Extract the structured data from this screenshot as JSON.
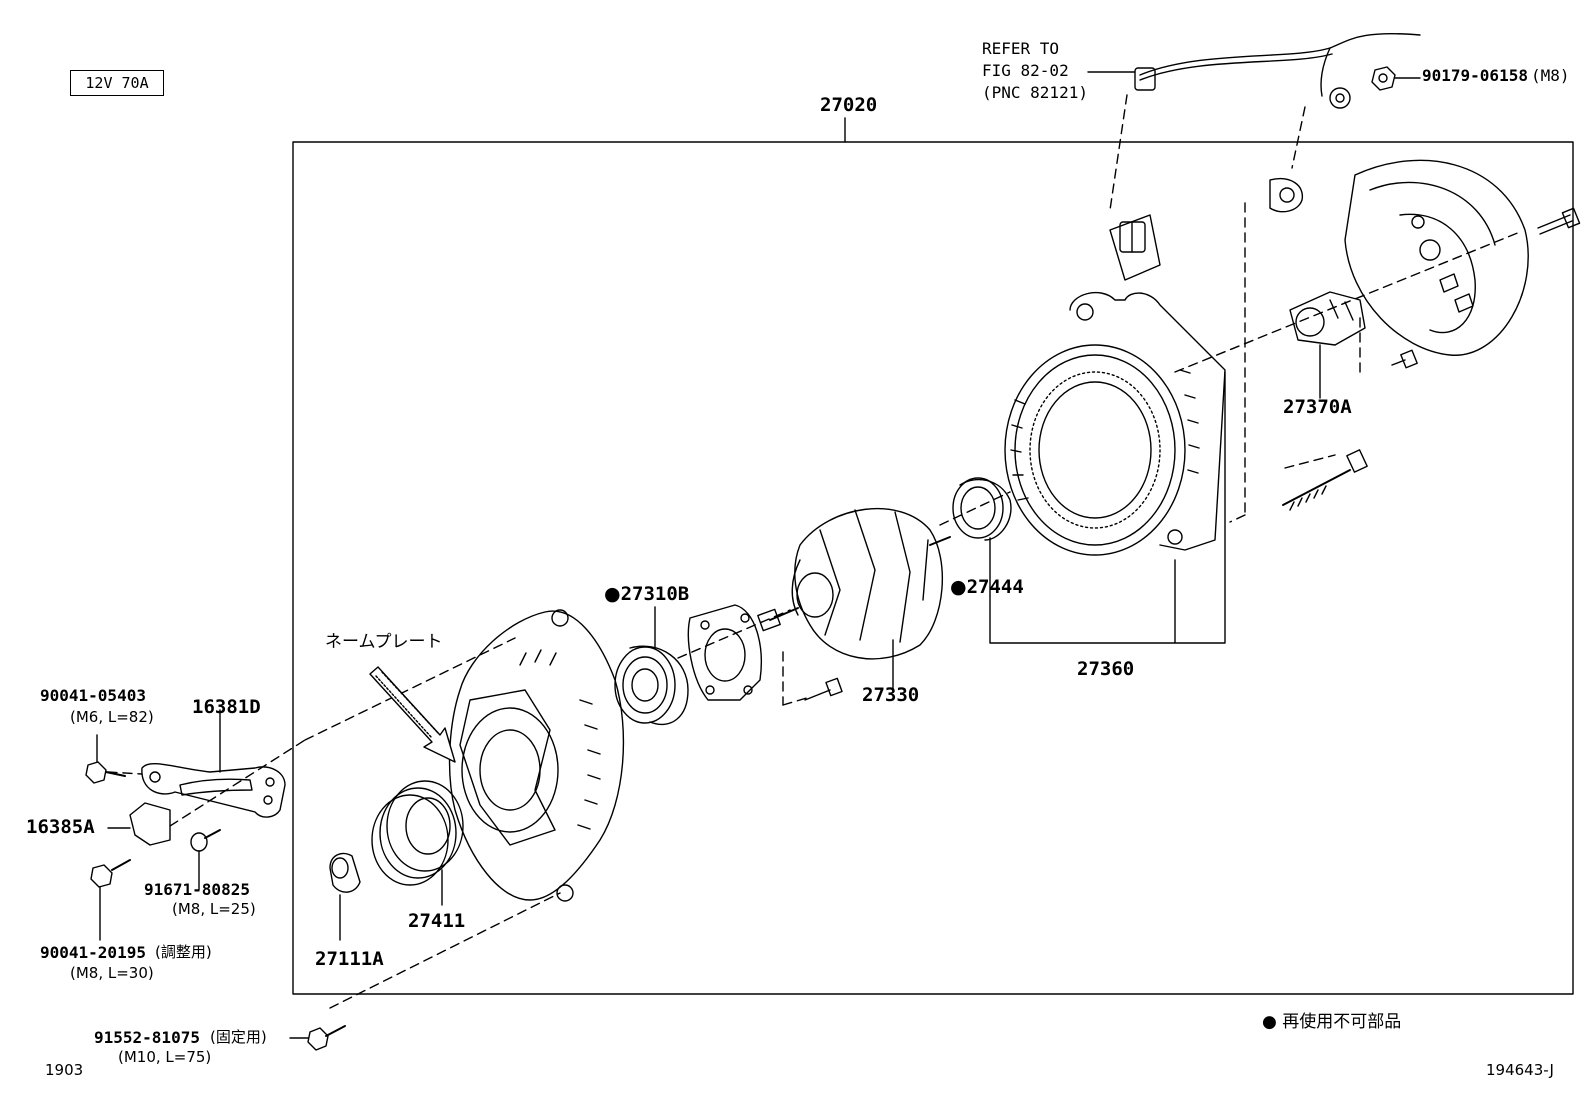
{
  "spec_label": "12V 70A",
  "footer": {
    "left_code": "1903",
    "right_code": "194643-J"
  },
  "legend": {
    "symbol": "●",
    "text": "再使用不可部品"
  },
  "nameplate_label": "ネームプレート",
  "refer_note": {
    "line1": "REFER TO",
    "line2": "FIG 82-02",
    "line3": "(PNC 82121)"
  },
  "parts": {
    "p27020": "27020",
    "p27360": "27360",
    "p27370A": "27370A",
    "p27330": "27330",
    "p27444": "27444",
    "p27310B": "27310B",
    "p27411": "27411",
    "p27111A": "27111A",
    "p16381D": "16381D",
    "p16385A": "16385A"
  },
  "fasteners": {
    "f90179": {
      "pn": "90179-06158",
      "spec": "(M8)"
    },
    "f90041a": {
      "pn": "90041-05403",
      "spec": "(M6, L=82)"
    },
    "f91671": {
      "pn": "91671-80825",
      "spec": "(M8, L=25)"
    },
    "f90041b": {
      "pn": "90041-20195",
      "note": "(調整用)",
      "spec": "(M8, L=30)"
    },
    "f91552": {
      "pn": "91552-81075",
      "note": "(固定用)",
      "spec": "(M10, L=75)"
    }
  }
}
